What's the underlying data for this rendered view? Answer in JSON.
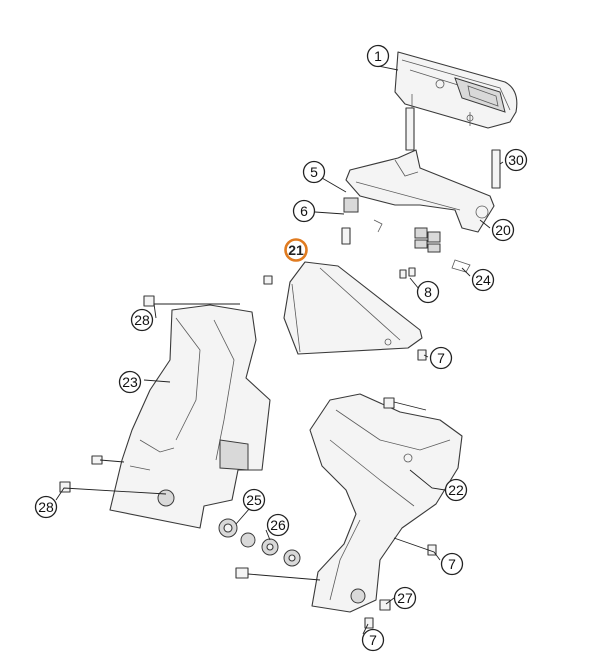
{
  "diagram": {
    "highlight_color": "#e07b20",
    "callouts": [
      {
        "id": "c1",
        "label": "1",
        "highlight": false
      },
      {
        "id": "c5",
        "label": "5",
        "highlight": false
      },
      {
        "id": "c6",
        "label": "6",
        "highlight": false
      },
      {
        "id": "c30",
        "label": "30",
        "highlight": false
      },
      {
        "id": "c20",
        "label": "20",
        "highlight": false
      },
      {
        "id": "c21",
        "label": "21",
        "highlight": true
      },
      {
        "id": "c24",
        "label": "24",
        "highlight": false
      },
      {
        "id": "c8",
        "label": "8",
        "highlight": false
      },
      {
        "id": "c28a",
        "label": "28",
        "highlight": false
      },
      {
        "id": "c7a",
        "label": "7",
        "highlight": false
      },
      {
        "id": "c23",
        "label": "23",
        "highlight": false
      },
      {
        "id": "c22",
        "label": "22",
        "highlight": false
      },
      {
        "id": "c25",
        "label": "25",
        "highlight": false
      },
      {
        "id": "c28b",
        "label": "28",
        "highlight": false
      },
      {
        "id": "c26",
        "label": "26",
        "highlight": false
      },
      {
        "id": "c7b",
        "label": "7",
        "highlight": false
      },
      {
        "id": "c27",
        "label": "27",
        "highlight": false
      },
      {
        "id": "c7c",
        "label": "7",
        "highlight": false
      }
    ]
  }
}
